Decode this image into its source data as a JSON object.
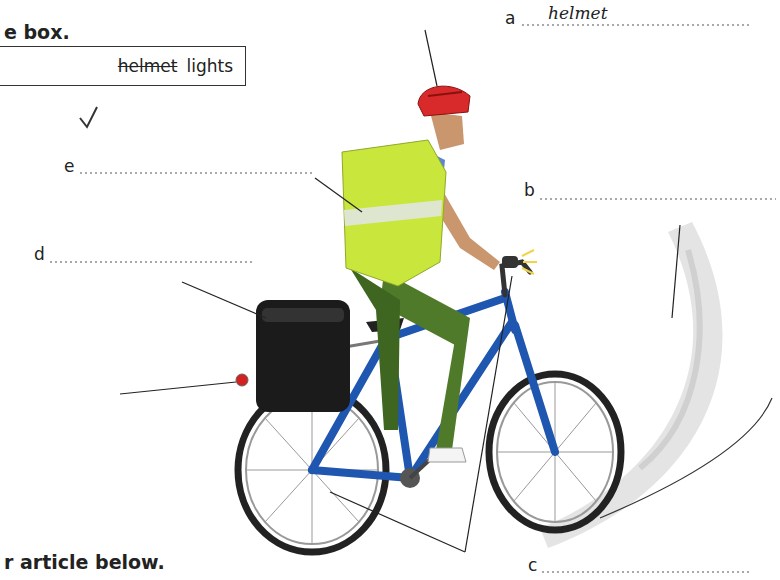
{
  "diagram": {
    "nodes": [
      {
        "text": [
          "helmet",
          "lights"
        ]
      }
    ],
    "labels": [
      "e box.",
      "a",
      "helmet",
      "e",
      "b",
      "d",
      "c",
      "r article below."
    ]
  }
}
